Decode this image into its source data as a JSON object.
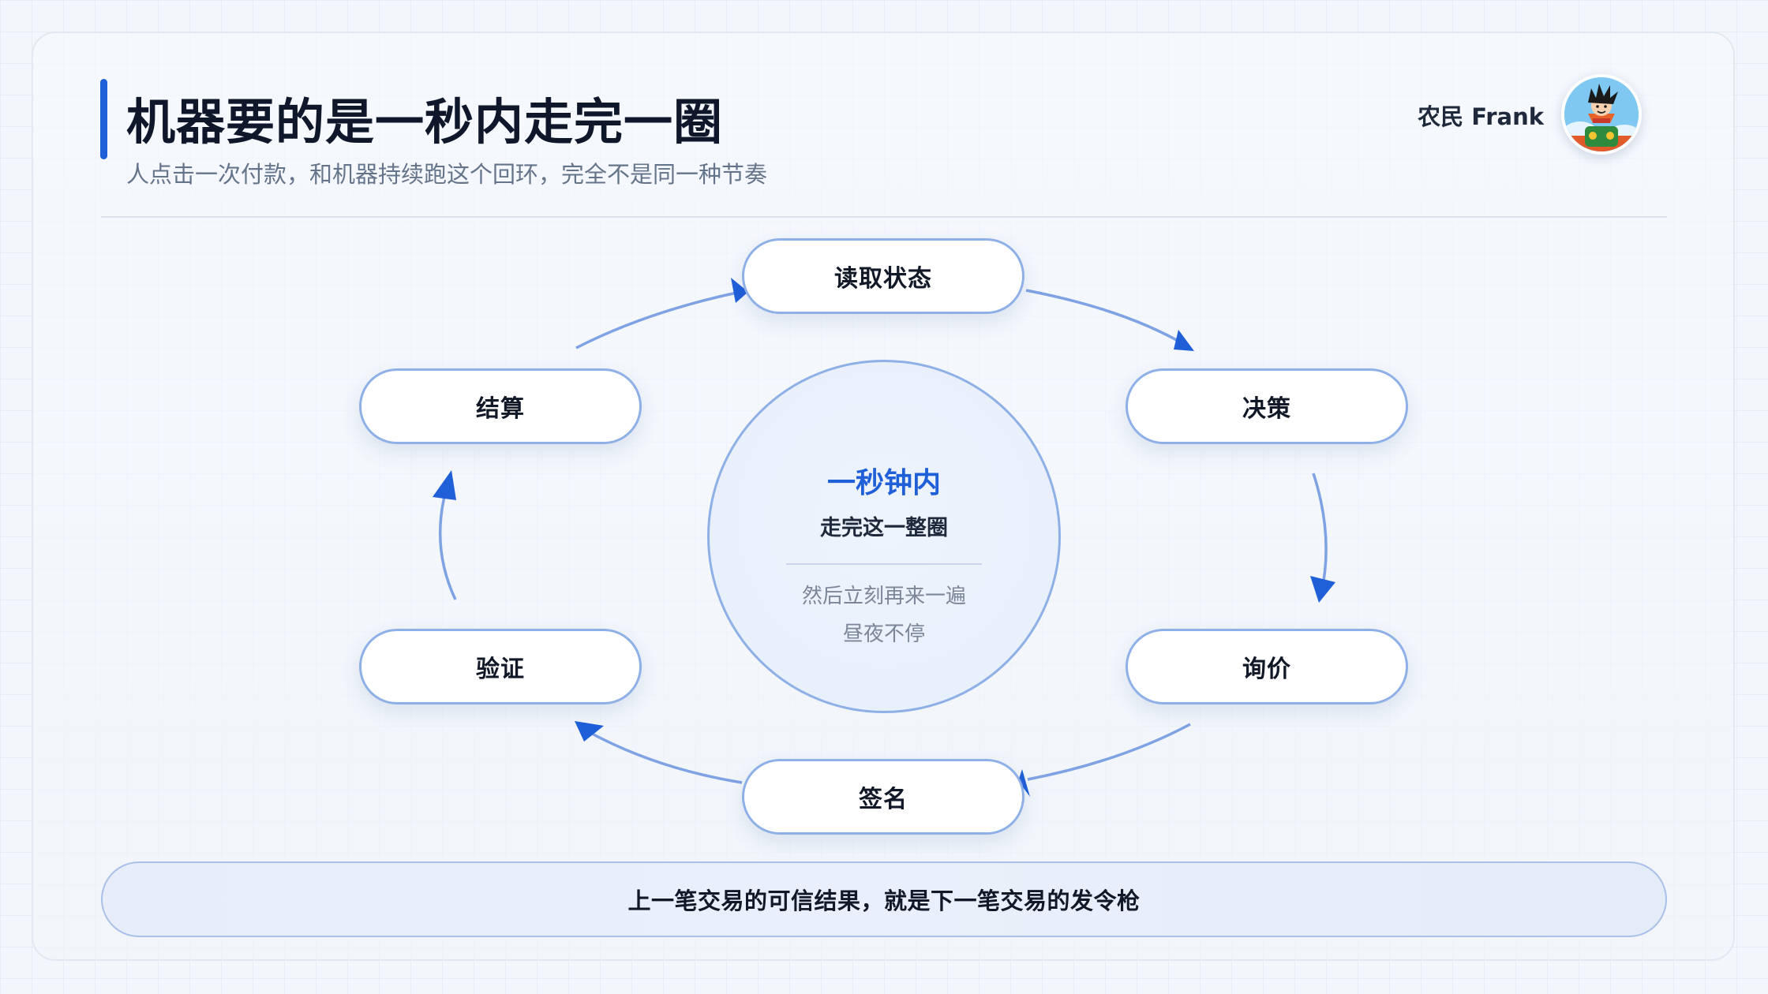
{
  "header": {
    "title": "机器要的是一秒内走完一圈",
    "subtitle": "人点击一次付款，和机器持续跑这个回环，完全不是同一种节奏",
    "brand": "农民 Frank"
  },
  "center": {
    "title": "一秒钟内",
    "subtitle": "走完这一整圈",
    "note_line1": "然后立刻再来一遍",
    "note_line2": "昼夜不停"
  },
  "cycle": {
    "nodes": [
      {
        "id": "read",
        "label": "读取状态"
      },
      {
        "id": "decide",
        "label": "决策"
      },
      {
        "id": "quote",
        "label": "询价"
      },
      {
        "id": "sign",
        "label": "签名"
      },
      {
        "id": "verify",
        "label": "验证"
      },
      {
        "id": "settle",
        "label": "结算"
      }
    ],
    "edges": [
      [
        "read",
        "decide"
      ],
      [
        "decide",
        "quote"
      ],
      [
        "quote",
        "sign"
      ],
      [
        "sign",
        "verify"
      ],
      [
        "verify",
        "settle"
      ],
      [
        "settle",
        "read"
      ]
    ]
  },
  "footer": {
    "text": "上一笔交易的可信结果，就是下一笔交易的发令枪"
  },
  "colors": {
    "accent": "#1f5fd8",
    "arrow": "#7ea2e3",
    "node_border": "#8eb0e6",
    "title": "#0f172a"
  },
  "icons": {
    "avatar": "cartoon-avatar-icon"
  }
}
